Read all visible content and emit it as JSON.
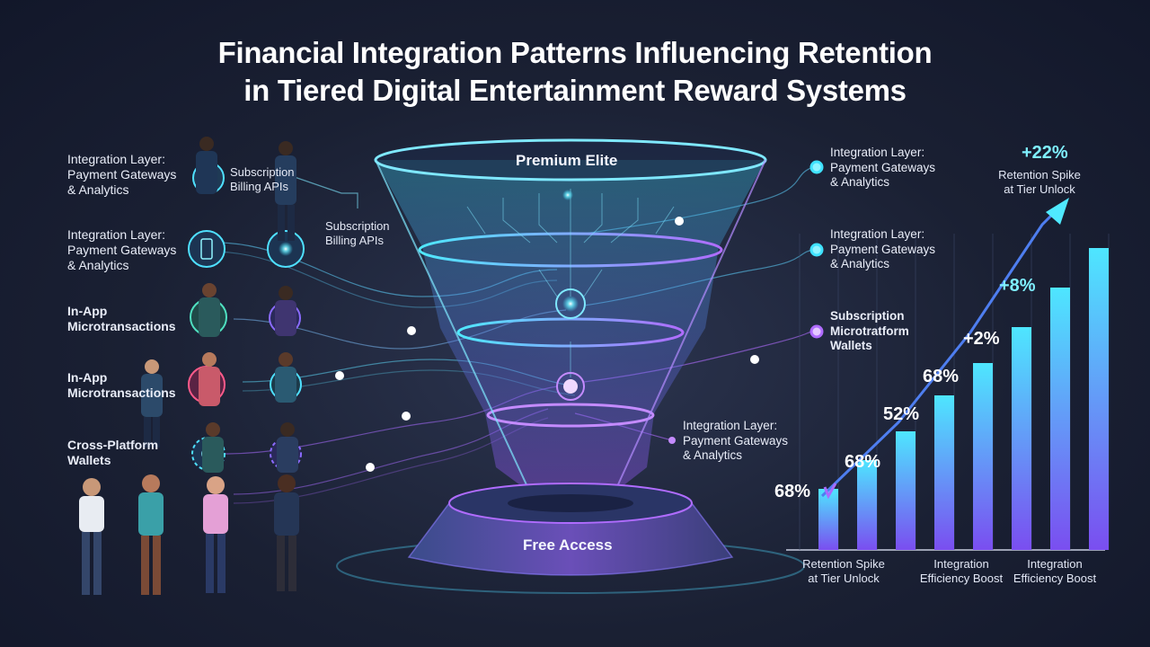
{
  "title": {
    "line1": "Financial Integration Patterns Influencing Retention",
    "line2": "in Tiered Digital Entertainment Reward Systems"
  },
  "funnel": {
    "top_label": "Premium Elite",
    "base_label": "Free Access"
  },
  "left_labels": [
    {
      "line1": "Integration Layer:",
      "line2": "Payment Gateways",
      "line3": "& Analytics"
    },
    {
      "line1": "Integration Layer:",
      "line2": "Payment Gateways",
      "line3": "& Analytics"
    },
    {
      "line1": "In-App",
      "line2": "Microtransactions"
    },
    {
      "line1": "In-App",
      "line2": "Microtransactions"
    },
    {
      "line1": "Cross-Platform",
      "line2": "Wallets"
    }
  ],
  "mid_labels": [
    {
      "line1": "Subscription",
      "line2": "Billing APIs"
    },
    {
      "line1": "Subscription",
      "line2": "Billing APIs"
    }
  ],
  "right_labels": [
    {
      "line1": "Integration Layer:",
      "line2": "Payment Gateways",
      "line3": "& Analytics"
    },
    {
      "line1": "Integration Layer:",
      "line2": "Payment Gateways",
      "line3": "& Analytics"
    },
    {
      "line1": "Subscription",
      "line2": "Microtratform",
      "line3": "Wallets"
    },
    {
      "line1": "Integration Layer:",
      "line2": "Payment Gateways",
      "line3": "& Analytics"
    }
  ],
  "chart_data": {
    "type": "bar",
    "values": [
      17,
      25,
      33,
      43,
      52,
      62,
      73,
      84
    ],
    "value_labels": [
      "68%",
      "68%",
      "52%",
      "68%",
      "+2%",
      "+8%",
      "+22%"
    ],
    "top_label": {
      "line1": "Retention Spike",
      "line2": "at Tier Unlock"
    },
    "captions": [
      {
        "line1": "Retention Spike",
        "line2": "at Tier Unlock"
      },
      {
        "line1": "Integration",
        "line2": "Efficiency Boost"
      },
      {
        "line1": "Integration",
        "line2": "Efficiency Boost"
      }
    ],
    "ylim": [
      0,
      100
    ],
    "colors": {
      "bar_bottom": "#7a4ef0",
      "bar_top": "#4ee6ff"
    }
  },
  "colors": {
    "accent_cyan": "#3fe2ff",
    "accent_purple": "#b06cff",
    "background": "#1a2033"
  },
  "icons": [
    "card-icon",
    "phone-icon",
    "coin-icon",
    "wallet-icon",
    "network-icon"
  ]
}
